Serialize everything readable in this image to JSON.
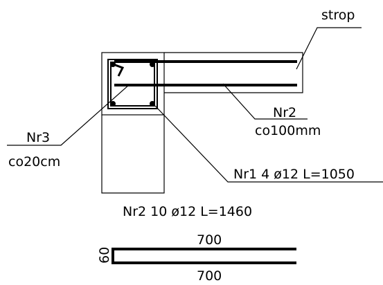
{
  "labels": {
    "strop": "strop",
    "nr2": "Nr2",
    "co100mm": "co100mm",
    "nr3": "Nr3",
    "co20cm": "co20cm",
    "nr1": "Nr1  4  ø12  L=1050",
    "nr2_spec": "Nr2  10  ø12  L=1460"
  },
  "bar_shape": {
    "top_length": "700",
    "height": "60",
    "bottom_length": "700"
  },
  "colors": {
    "line": "#000000",
    "background": "#ffffff"
  }
}
